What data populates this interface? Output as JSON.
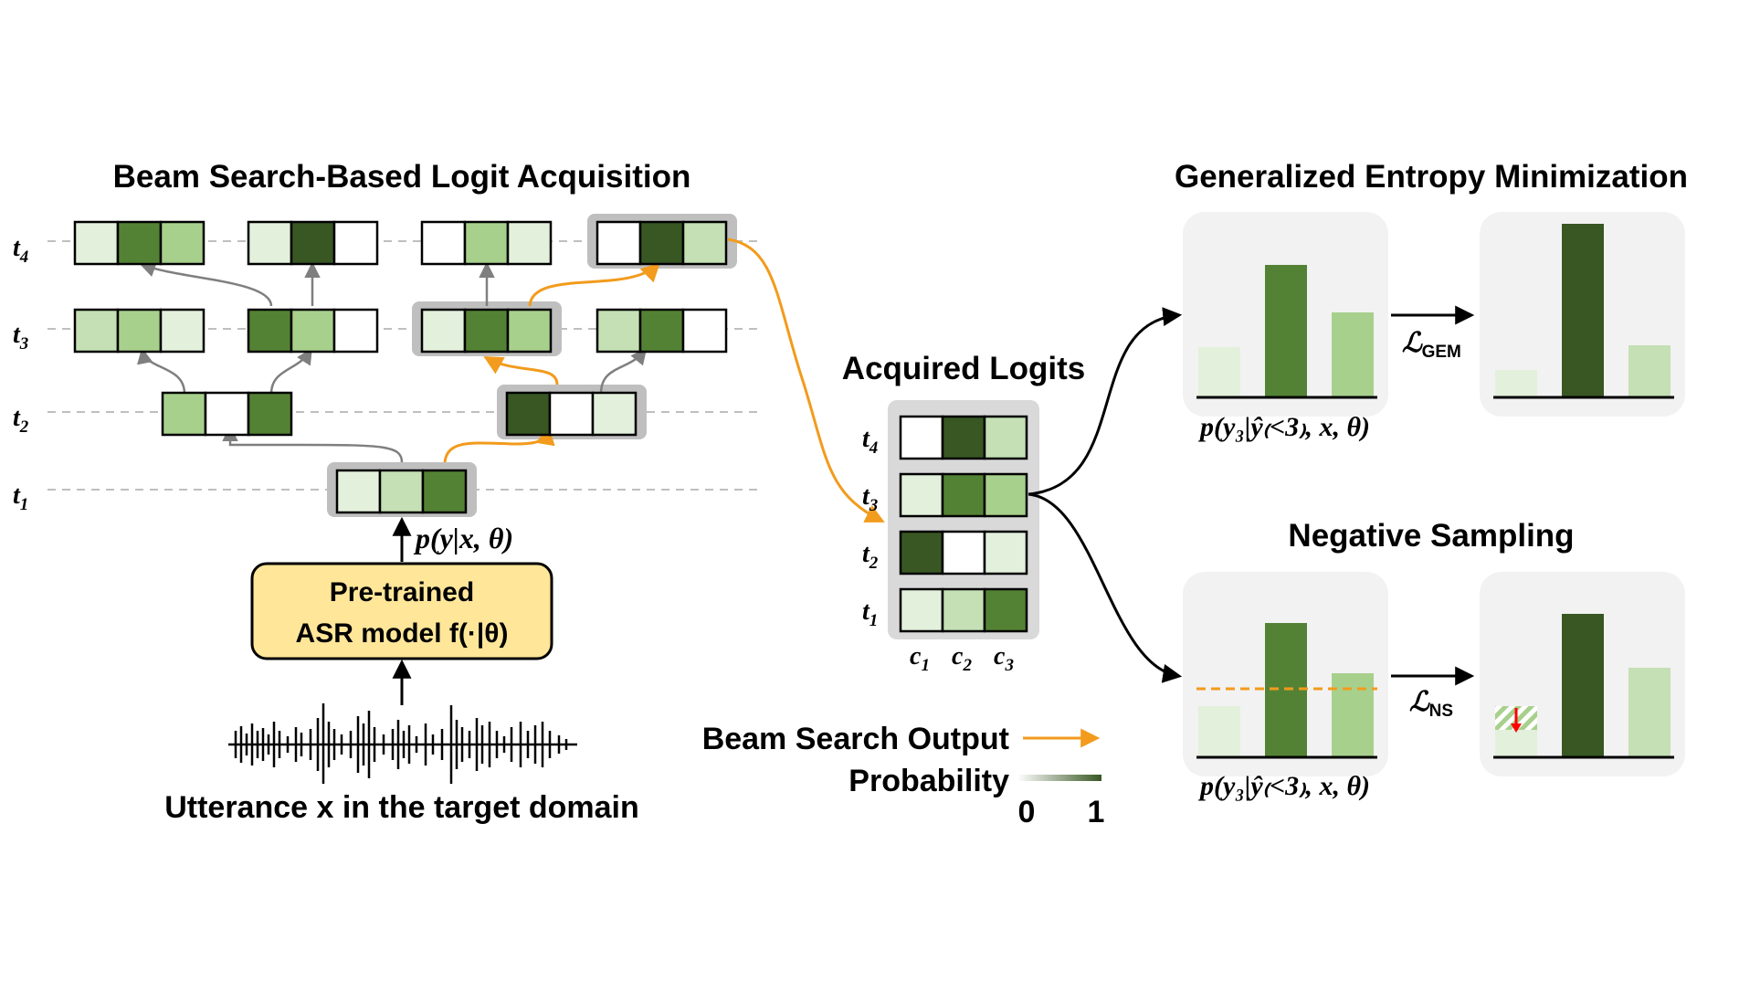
{
  "left_panel": {
    "title": "Beam Search-Based Logit Acquisition",
    "time_labels": [
      {
        "main": "t",
        "sub": "4"
      },
      {
        "main": "t",
        "sub": "3"
      },
      {
        "main": "t",
        "sub": "2"
      },
      {
        "main": "t",
        "sub": "1"
      }
    ],
    "output_label": "p(y|x, θ)",
    "model_label_line1": "Pre-trained",
    "model_label_line2": "ASR model f(·|θ)",
    "input_label": "Utterance x in the target domain"
  },
  "middle_panel": {
    "title": "Acquired Logits",
    "row_labels": [
      {
        "main": "t",
        "sub": "4"
      },
      {
        "main": "t",
        "sub": "3"
      },
      {
        "main": "t",
        "sub": "2"
      },
      {
        "main": "t",
        "sub": "1"
      }
    ],
    "column_labels": [
      {
        "main": "c",
        "sub": "1"
      },
      {
        "main": "c",
        "sub": "2"
      },
      {
        "main": "c",
        "sub": "3"
      }
    ]
  },
  "right_panel": {
    "gem_title": "Generalized Entropy Minimization",
    "gem_loss": {
      "main": "ℒ",
      "sub": "GEM"
    },
    "ns_title": "Negative Sampling",
    "ns_loss": {
      "main": "ℒ",
      "sub": "NS"
    },
    "distribution_label": "p(y₃|ŷ₍<3₎, x, θ)"
  },
  "legend": {
    "beam_label": "Beam Search Output",
    "prob_label": "Probability",
    "prob_min": "0",
    "prob_max": "1"
  },
  "colors": {
    "level1": "#e3f0dc",
    "level2": "#c4e0b4",
    "level3": "#a8d08d",
    "level4": "#548235",
    "level5": "#385723",
    "beam_orange": "#f29b1d",
    "panel_bg": "#f2f2f2",
    "highlight_gray": "#bfbfbf"
  }
}
